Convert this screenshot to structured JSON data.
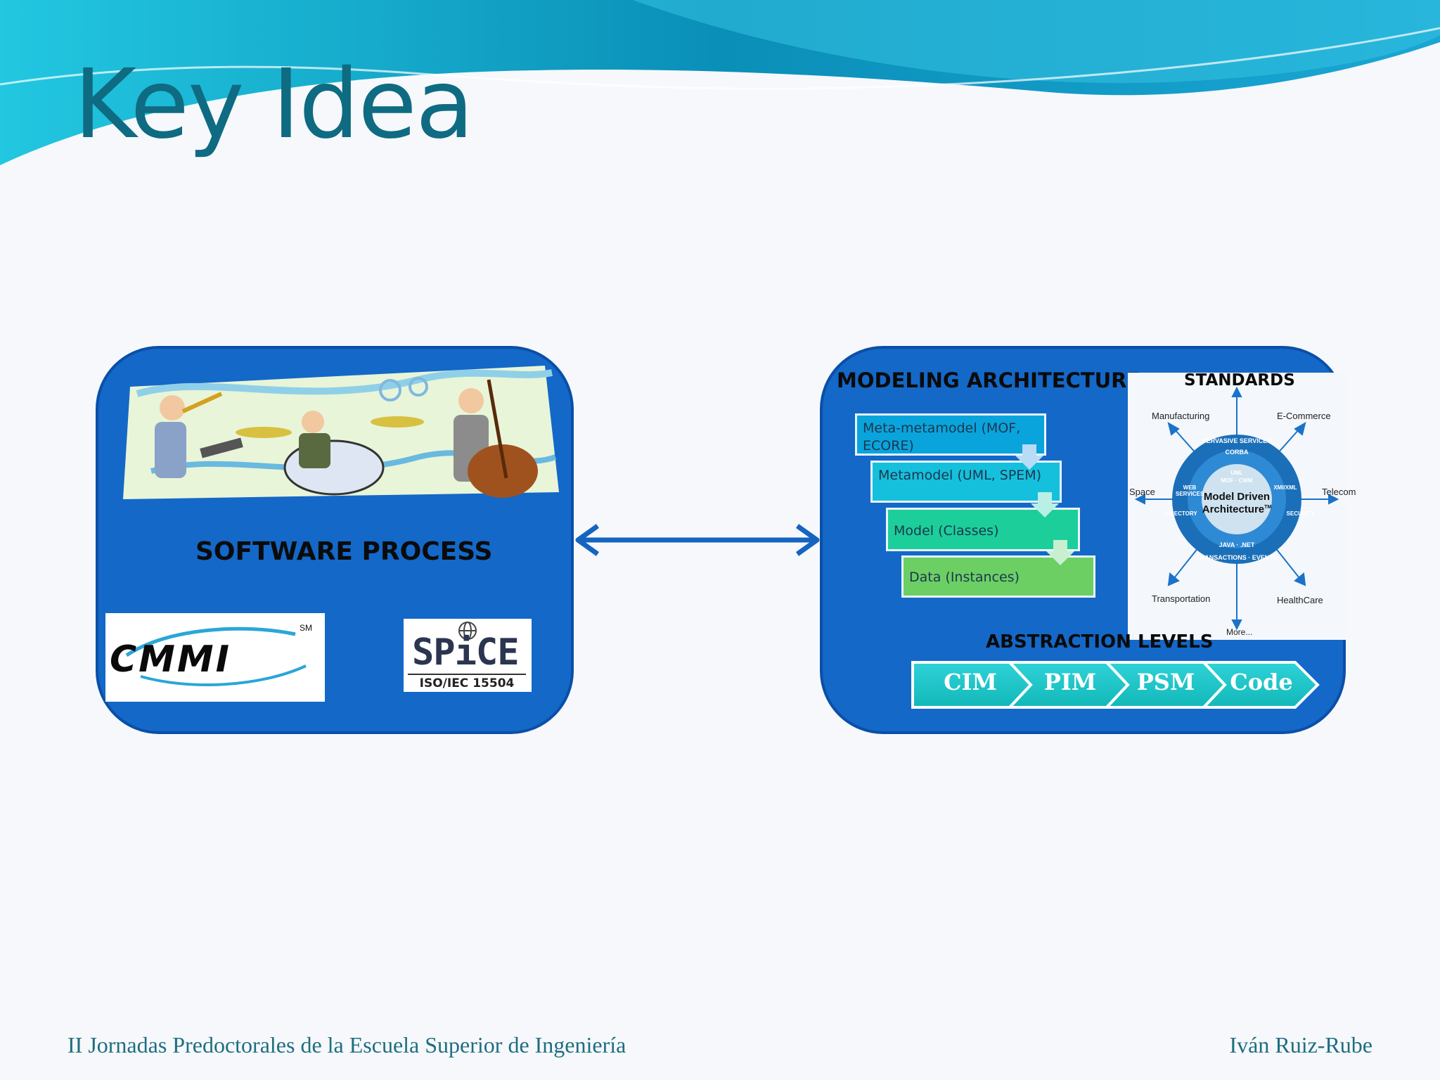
{
  "slide": {
    "title": "Key Idea"
  },
  "left_panel": {
    "title": "SOFTWARE PROCESS",
    "cmmi_logo": {
      "text": "CMMI",
      "mark": "SM"
    },
    "spice_logo": {
      "text": "SPiCE",
      "subtitle": "ISO/IEC 15504"
    }
  },
  "right_panel": {
    "modeling_title": "MODELING ARCHITECTURE",
    "levels": [
      {
        "label": "Meta-metamodel (MOF, ECORE)",
        "color": "#0aa4dc"
      },
      {
        "label": "Metamodel (UML, SPEM)",
        "color": "#15c0dc"
      },
      {
        "label": "Model (Classes)",
        "color": "#1ccf9a"
      },
      {
        "label": "Data (Instances)",
        "color": "#6ccf64"
      }
    ],
    "standards": {
      "title": "STANDARDS",
      "center": "Model Driven Architecture",
      "center_mark": "TM",
      "domains": [
        "Manufacturing",
        "E-Commerce",
        "Space",
        "Telecom",
        "Transportation",
        "HealthCare",
        "More..."
      ],
      "ring_outer": [
        "PERVASIVE SERVICES",
        "SECURITY",
        "EVENTS",
        "TRANSACTIONS",
        "DIRECTORY"
      ],
      "ring_middle": [
        "CORBA",
        "XMI/XML",
        ".NET",
        "JAVA",
        "WEB SERVICES"
      ],
      "ring_inner": [
        "UML",
        "CWM",
        "MOF"
      ]
    },
    "abstraction_title": "ABSTRACTION LEVELS",
    "abstraction_steps": [
      "CIM",
      "PIM",
      "PSM",
      "Code"
    ]
  },
  "footer": {
    "left": "II Jornadas Predoctorales de la Escuela Superior de Ingeniería",
    "right": "Iván Ruiz-Rube"
  },
  "colors": {
    "panel": "#1468c8",
    "title": "#0e6b82",
    "arrow": "#1565c0",
    "chevron": "#1cc6c8"
  }
}
